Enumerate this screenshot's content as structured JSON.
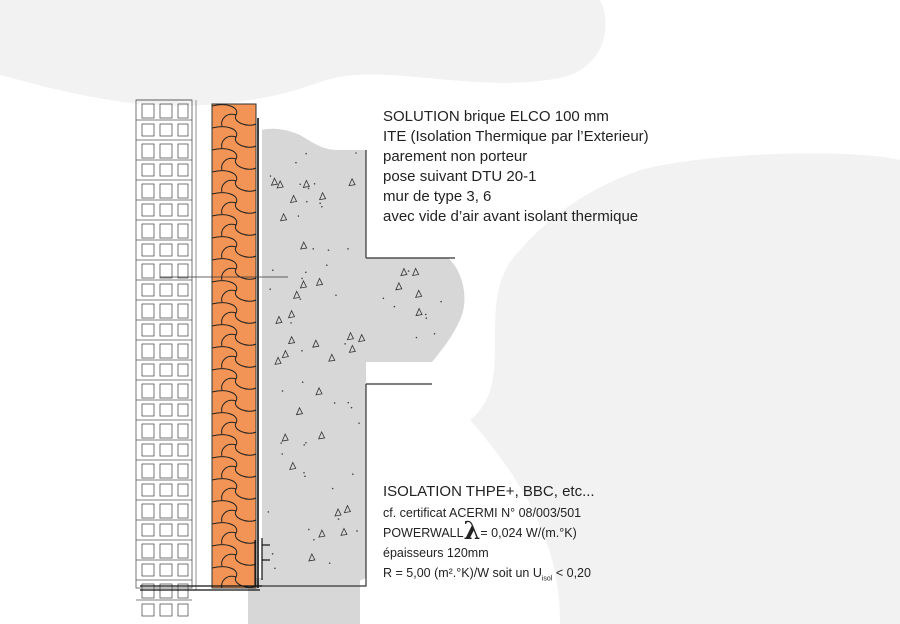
{
  "solution": {
    "lines": [
      "SOLUTION brique ELCO 100 mm",
      "ITE (Isolation Thermique par l’Exterieur)",
      "parement non porteur",
      "pose suivant DTU 20-1",
      "mur de type 3, 6",
      "avec vide d’air avant isolant thermique"
    ]
  },
  "isolation": {
    "heading": "ISOLATION THPE+, BBC, etc...",
    "certificate": "cf. certificat ACERMI N° 08/003/501",
    "product": "POWERWALL",
    "lambda_symbol": "λ",
    "lambda_value": "= 0,024  W/(m.°K)",
    "thickness": "épaisseurs 120mm",
    "resistance": "R = 5,00 (m².°K)/W  soit un U",
    "u_subscript": "isol",
    "u_limit": " < 0,20"
  },
  "colors": {
    "insulation": "#F29455",
    "concrete": "#D6D6D6",
    "background_blob": "#F1F1F1",
    "brick_line": "#555555"
  }
}
